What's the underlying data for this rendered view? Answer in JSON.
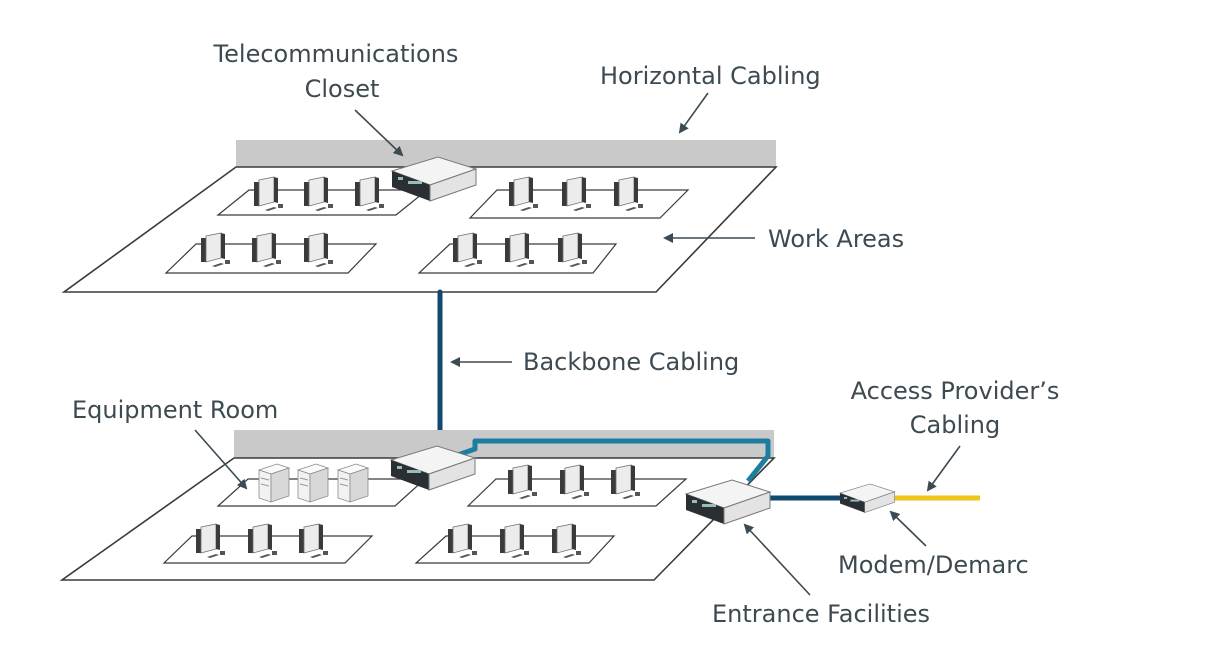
{
  "labels": {
    "telecom_line1": "Telecommunications",
    "telecom_line2": "Closet",
    "horizontal": "Horizontal Cabling",
    "work_areas": "Work Areas",
    "backbone": "Backbone Cabling",
    "equipment_room": "Equipment Room",
    "access_line1": "Access Provider’s",
    "access_line2": "Cabling",
    "modem": "Modem/Demarc",
    "entrance": "Entrance Facilities"
  },
  "colors": {
    "backbone_cable": "#0f4a6e",
    "horizontal_cable": "#1c7ea0",
    "provider_cable": "#f0c419",
    "wall": "#c9c9c9",
    "label_text": "#3d4a52"
  }
}
